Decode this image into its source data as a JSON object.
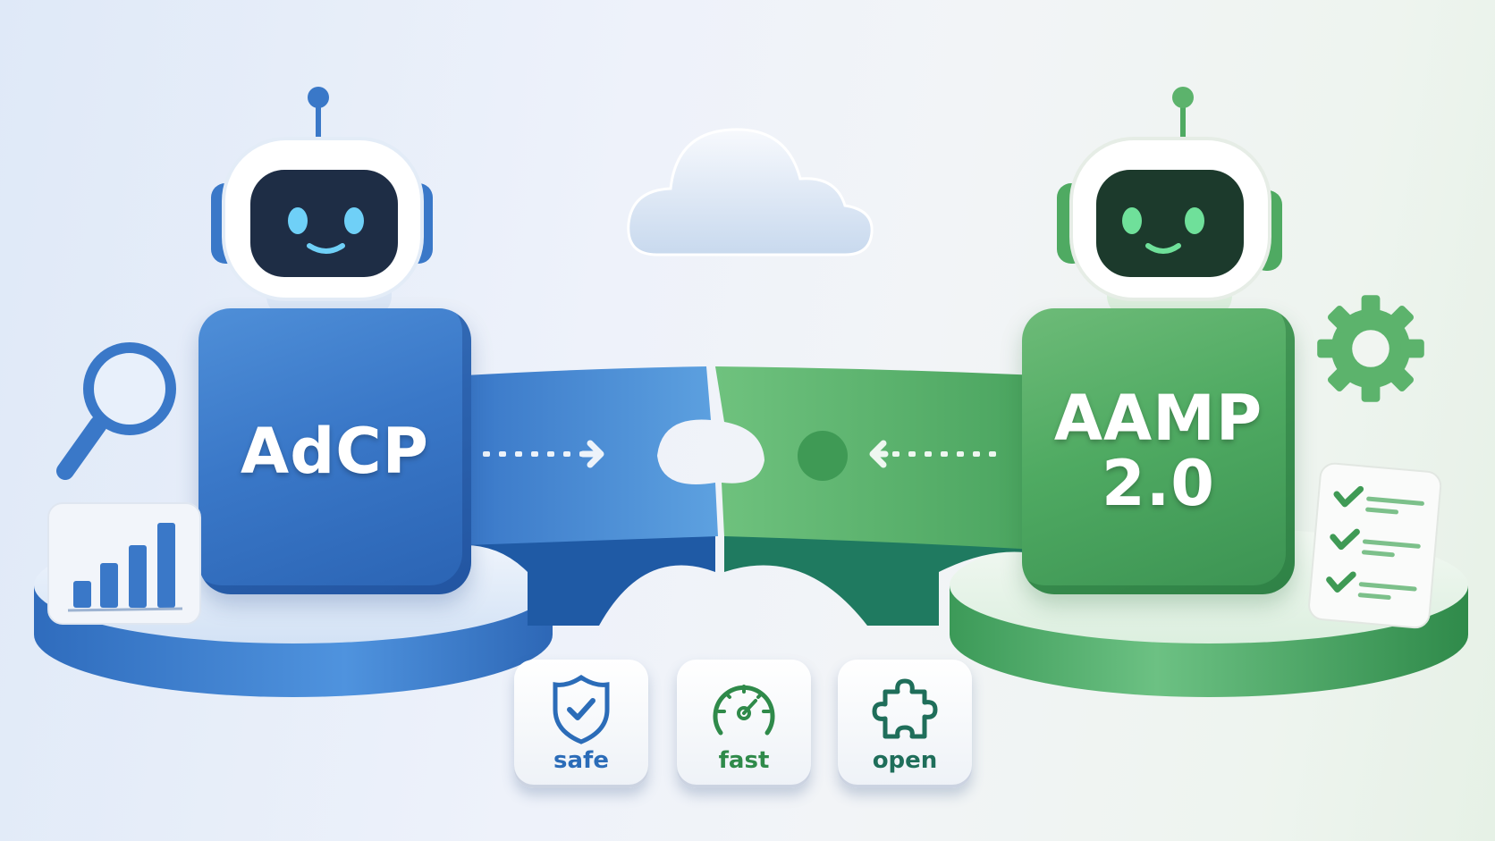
{
  "scene": {
    "left_protocol": {
      "label": "AdCP",
      "color": "#3a78c8"
    },
    "right_protocol": {
      "label_line1": "AAMP",
      "label_line2": "2.0",
      "color": "#4faa62"
    },
    "features": [
      {
        "label": "safe",
        "icon": "shield-check-icon",
        "color": "#2b6cb8"
      },
      {
        "label": "fast",
        "icon": "speedometer-icon",
        "color": "#2f8a4a"
      },
      {
        "label": "open",
        "icon": "puzzle-piece-icon",
        "color": "#1f6e5a"
      }
    ],
    "decorations": {
      "left": [
        "robot-blue",
        "magnifier-icon",
        "bar-chart-card"
      ],
      "right": [
        "robot-green",
        "gear-icon",
        "checklist-card"
      ],
      "center": [
        "cloud-icon",
        "puzzle-bridge",
        "arrow-right-dashed",
        "arrow-left-dashed"
      ]
    },
    "chart_card_bars": [
      1,
      2,
      3,
      4
    ]
  }
}
